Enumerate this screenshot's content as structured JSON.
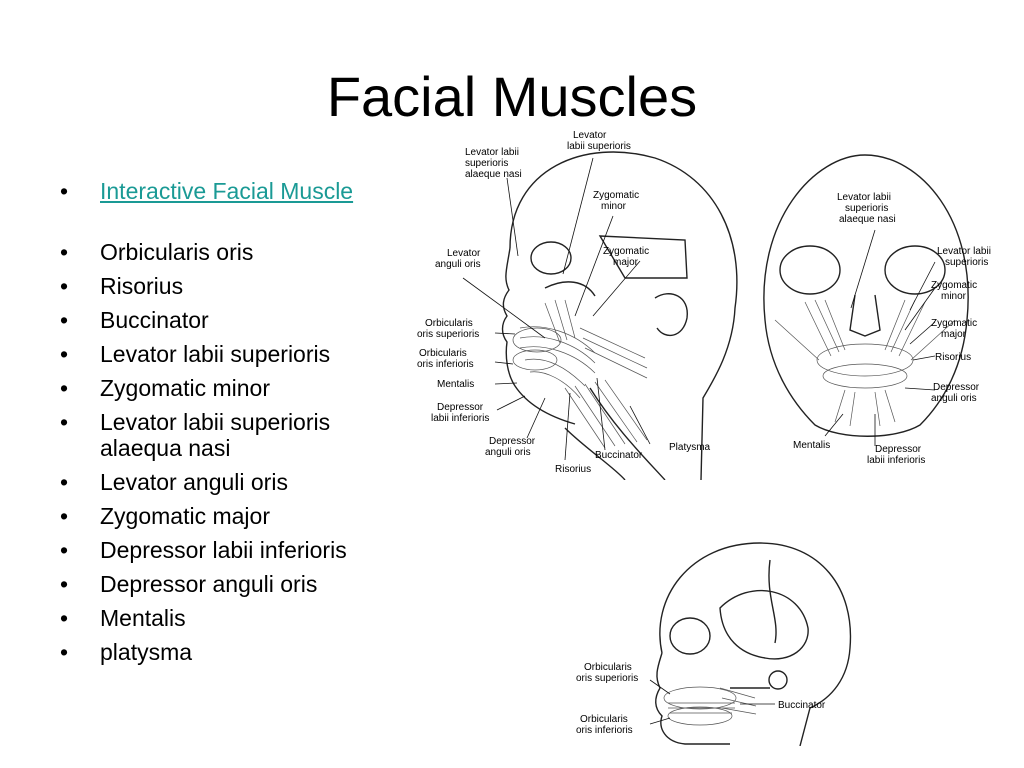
{
  "slide": {
    "title": "Facial Muscles",
    "link_text": "Interactive Facial Muscle",
    "bullets": [
      "Orbicularis oris",
      "Risorius",
      "Buccinator",
      "Levator labii superioris",
      "Zygomatic minor",
      "Levator labii superioris alaequa nasi",
      "Levator anguli oris",
      "Zygomatic major",
      "Depressor labii inferioris",
      "Depressor anguli oris",
      "Mentalis",
      "platysma"
    ],
    "link_color": "#1a9a95"
  },
  "diagrams": {
    "side": {
      "labels": {
        "levator_labii_superioris_alaeque_nasi": [
          "Levator labii",
          "superioris",
          "alaeque nasi"
        ],
        "levator_labii_superioris": [
          "Levator",
          "labii superioris"
        ],
        "zygomatic_minor": [
          "Zygomatic",
          "minor"
        ],
        "zygomatic_major": [
          "Zygomatic",
          "major"
        ],
        "levator_anguli_oris": [
          "Levator",
          "anguli oris"
        ],
        "orbicularis_oris_superioris": [
          "Orbicularis",
          "oris superioris"
        ],
        "orbicularis_oris_inferioris": [
          "Orbicularis",
          "oris inferioris"
        ],
        "mentalis": [
          "Mentalis"
        ],
        "depressor_labii_inferioris": [
          "Depressor",
          "labii inferioris"
        ],
        "depressor_anguli_oris": [
          "Depressor",
          "anguli oris"
        ],
        "risorius": [
          "Risorius"
        ],
        "buccinator": [
          "Buccinator"
        ],
        "platysma": [
          "Platysma"
        ]
      }
    },
    "front": {
      "labels": {
        "levator_labii_superioris_alaeque_nasi": [
          "Levator labii",
          "superioris",
          "alaeque nasi"
        ],
        "levator_labii_superioris": [
          "Levator labii",
          "superioris"
        ],
        "zygomatic_minor": [
          "Zygomatic",
          "minor"
        ],
        "zygomatic_major": [
          "Zygomatic",
          "major"
        ],
        "risorius": [
          "Risorius"
        ],
        "depressor_anguli_oris": [
          "Depressor",
          "anguli oris"
        ],
        "mentalis": [
          "Mentalis"
        ],
        "depressor_labii_inferioris": [
          "Depressor",
          "labii inferioris"
        ]
      }
    },
    "skull": {
      "labels": {
        "orbicularis_oris_superioris": [
          "Orbicularis",
          "oris superioris"
        ],
        "buccinator": [
          "Buccinator"
        ],
        "orbicularis_oris_inferioris": [
          "Orbicularis",
          "oris inferioris"
        ]
      }
    }
  }
}
